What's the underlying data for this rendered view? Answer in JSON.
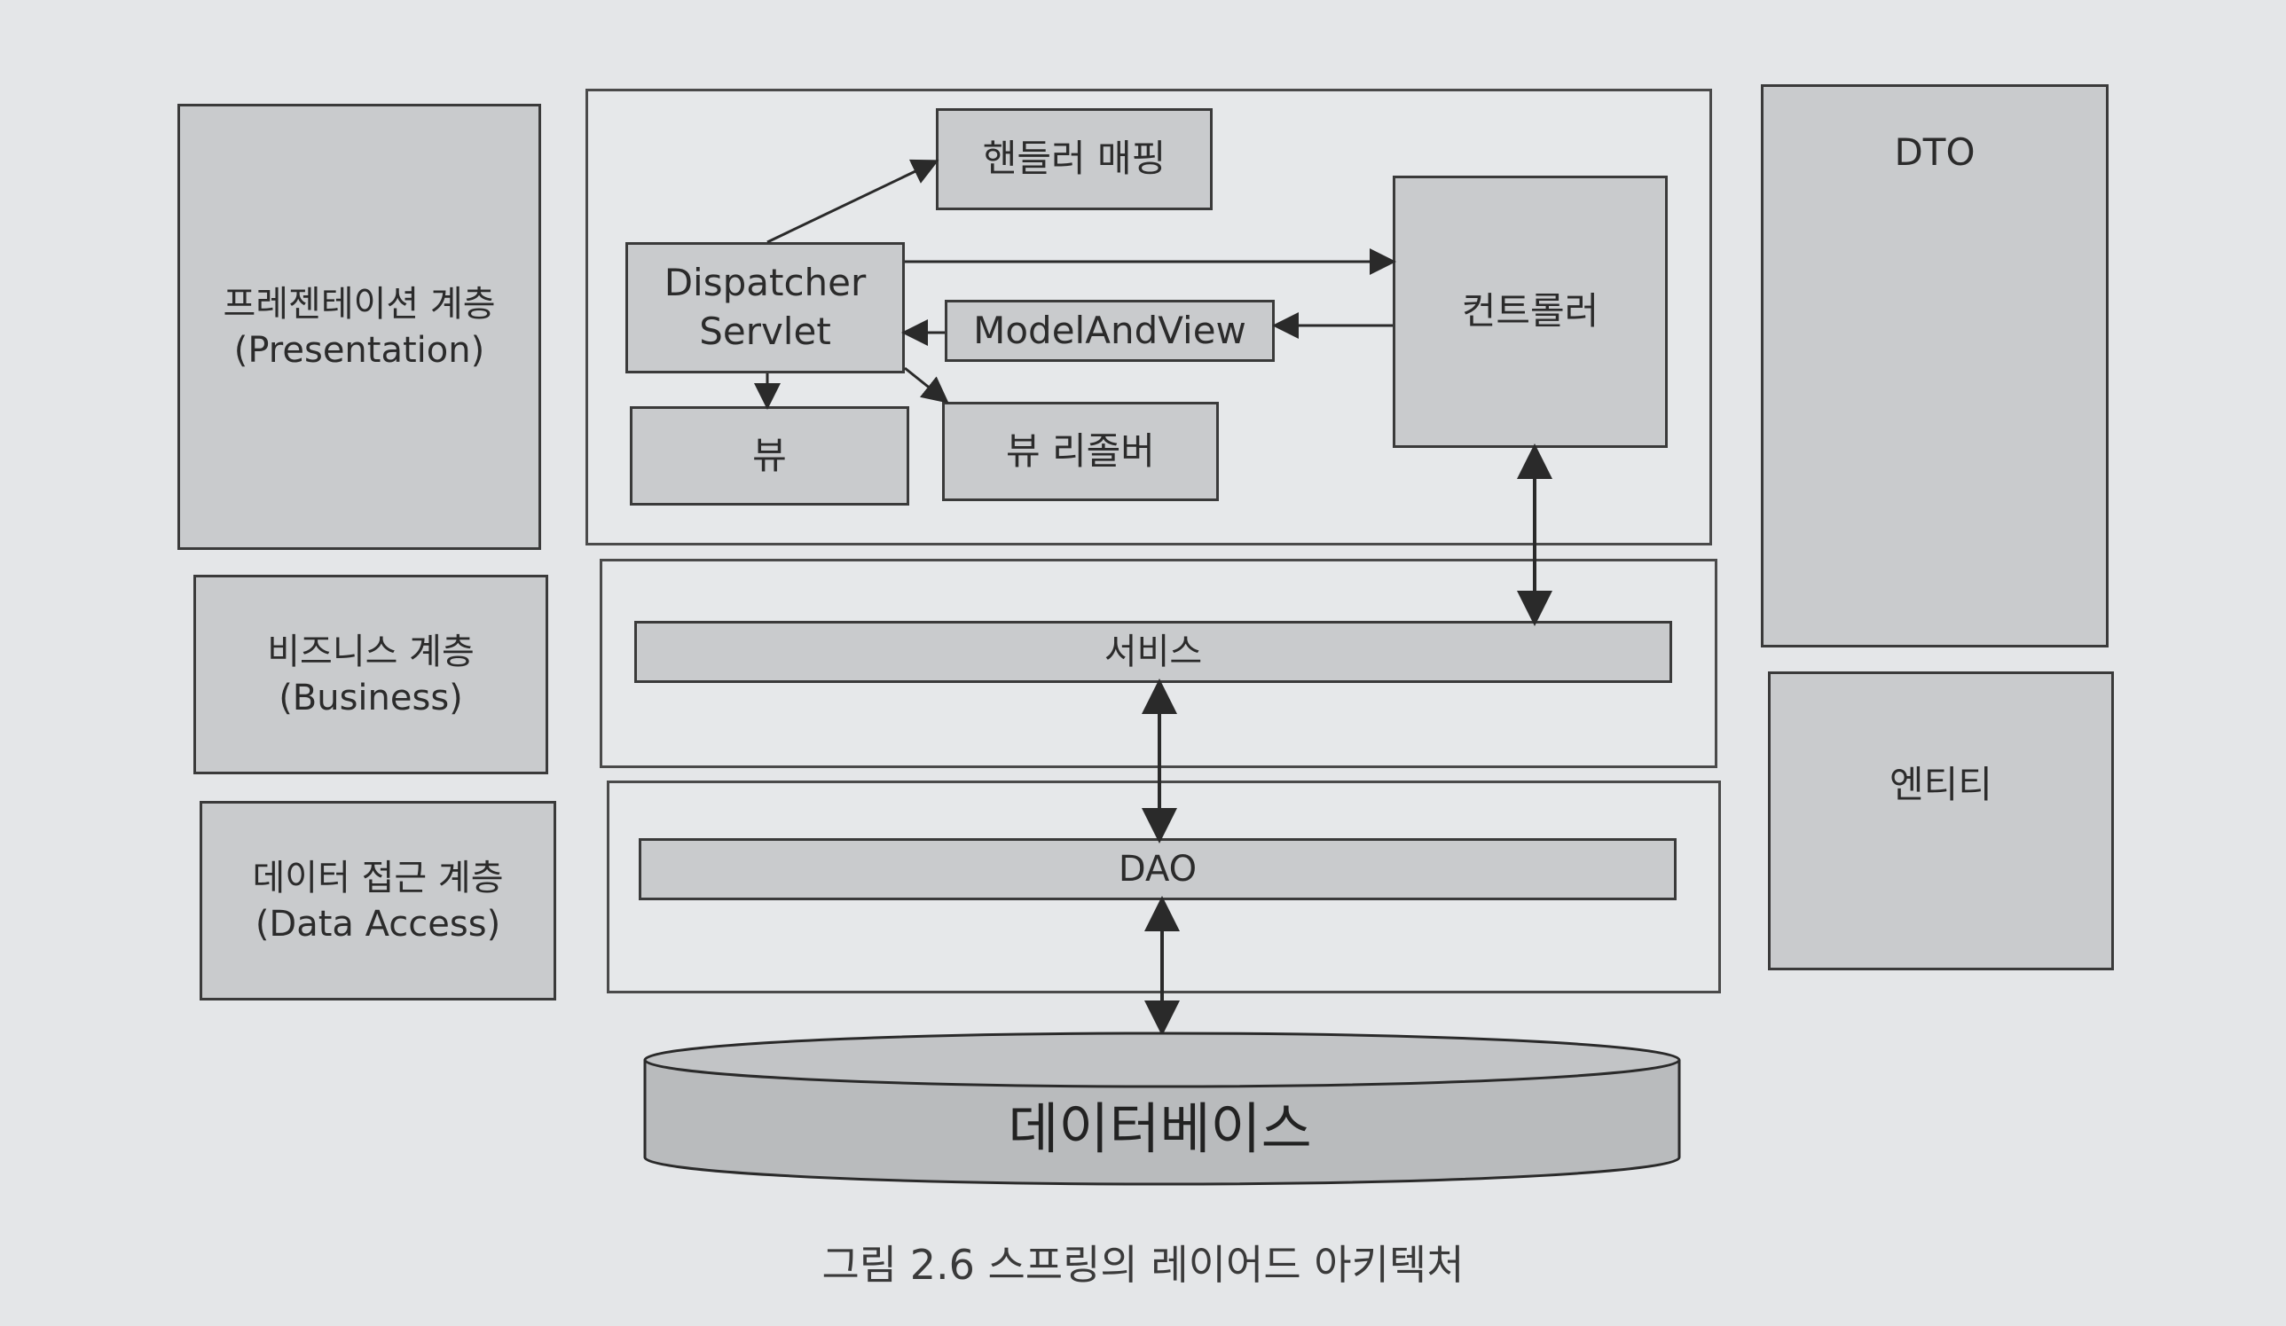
{
  "layers": {
    "presentation": {
      "line1": "프레젠테이션 계층",
      "line2": "(Presentation)"
    },
    "business": {
      "line1": "비즈니스 계층",
      "line2": "(Business)"
    },
    "data_access": {
      "line1": "데이터 접근 계층",
      "line2": "(Data Access)"
    }
  },
  "presentation_components": {
    "handler_mapping": "핸들러 매핑",
    "dispatcher_servlet_line1": "Dispatcher",
    "dispatcher_servlet_line2": "Servlet",
    "model_and_view": "ModelAndView",
    "controller": "컨트롤러",
    "view": "뷰",
    "view_resolver": "뷰 리졸버"
  },
  "business_components": {
    "service": "서비스"
  },
  "data_access_components": {
    "dao": "DAO"
  },
  "side": {
    "dto": "DTO",
    "entity": "엔티티"
  },
  "database": "데이터베이스",
  "caption": "그림 2.6 스프링의 레이어드 아키텍처",
  "colors": {
    "box_fill": "#c9cbcd",
    "background": "#e4e6e8",
    "line": "#2a2a2a"
  }
}
